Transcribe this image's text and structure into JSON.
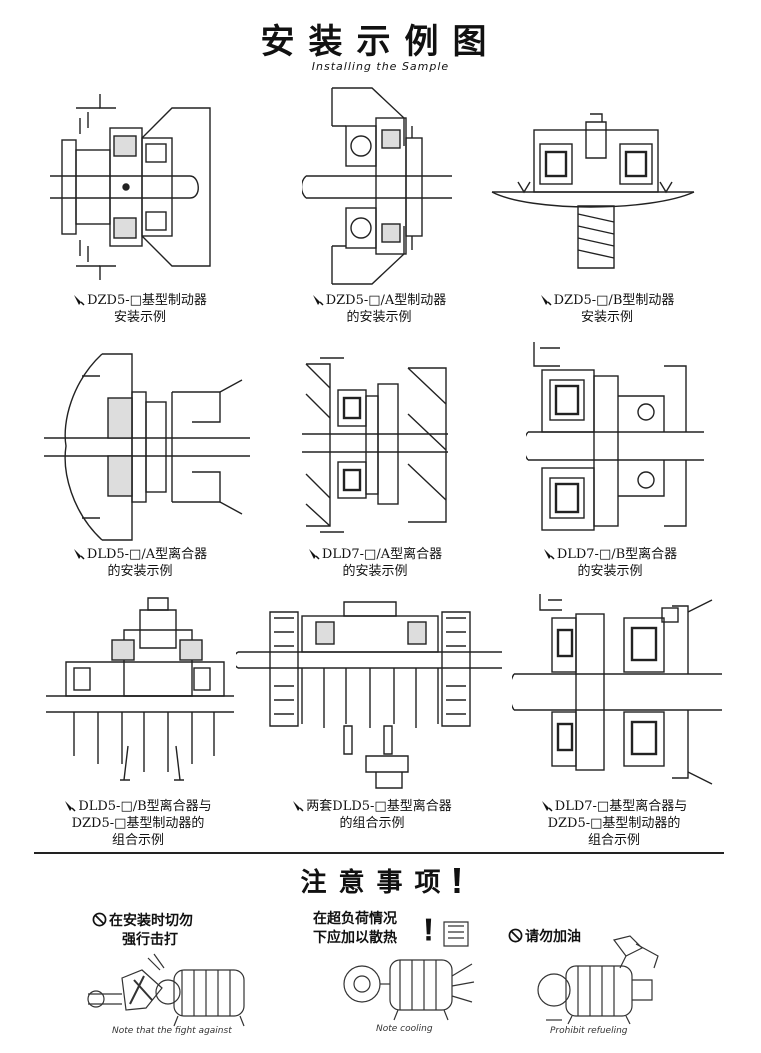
{
  "page": {
    "title": "安装示例图",
    "subtitle": "Installing the Sample"
  },
  "examples": [
    {
      "line1": "DZD5-□基型制动器",
      "line2": "安装示例",
      "line3": ""
    },
    {
      "line1": "DZD5-□/A型制动器",
      "line2": "的安装示例",
      "line3": ""
    },
    {
      "line1": "DZD5-□/B型制动器",
      "line2": "安装示例",
      "line3": ""
    },
    {
      "line1": "DLD5-□/A型离合器",
      "line2": "的安装示例",
      "line3": ""
    },
    {
      "line1": "DLD7-□/A型离合器",
      "line2": "的安装示例",
      "line3": ""
    },
    {
      "line1": "DLD7-□/B型离合器",
      "line2": "的安装示例",
      "line3": ""
    },
    {
      "line1": "DLD5-□/B型离合器与",
      "line2": "DZD5-□基型制动器的",
      "line3": "组合示例"
    },
    {
      "line1": "两套DLD5-□基型离合器",
      "line2": "的组合示例",
      "line3": ""
    },
    {
      "line1": "DLD7-□基型离合器与",
      "line2": "DZD5-□基型制动器的",
      "line3": "组合示例"
    }
  ],
  "notice": {
    "title": "注意事项",
    "items": [
      {
        "line1": "在安装时切勿",
        "line2": "强行击打",
        "caption": "Note that the fight against"
      },
      {
        "line1": "在超负荷情况",
        "line2": "下应加以散热",
        "caption": "Note cooling"
      },
      {
        "line1": "请勿加油",
        "line2": "",
        "caption": "Prohibit refueling"
      }
    ]
  },
  "icons": {
    "pointer": "pointing-hand-icon",
    "prohibit": "no-entry-icon",
    "exclamation": "exclamation-icon"
  }
}
